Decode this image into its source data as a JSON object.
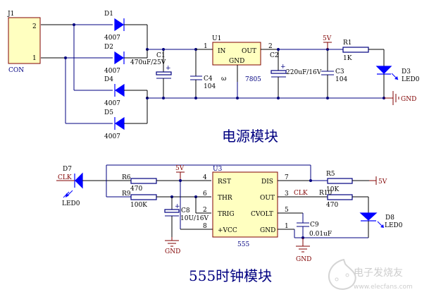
{
  "titles": {
    "power_module": "电源模块",
    "clock_module": "555时钟模块"
  },
  "watermark": {
    "brand": "电子发烧友",
    "url": "www.elecfans.com"
  },
  "colors": {
    "wire": "#000080",
    "diode": "#0000ff",
    "chip_fill": "#ffffc0",
    "chip_border": "#800000",
    "power_label": "#800000"
  },
  "power": {
    "connector": {
      "ref": "J1",
      "name": "CON",
      "pins": [
        "2",
        "1"
      ]
    },
    "diodes": [
      {
        "ref": "D1",
        "value": "4007"
      },
      {
        "ref": "D2",
        "value": "4007"
      },
      {
        "ref": "D4",
        "value": "4007"
      },
      {
        "ref": "D5",
        "value": "4007"
      }
    ],
    "c1": {
      "ref": "C1",
      "value": "470uF/25V",
      "polarity": "+"
    },
    "c4": {
      "ref": "C4",
      "value": "104"
    },
    "u1": {
      "ref": "U1",
      "part": "7805",
      "pins": {
        "in": "IN",
        "out": "OUT",
        "gnd": "GND"
      },
      "pin_in_num": "1",
      "pin_out_num": "2",
      "pin_gnd_num": "ω"
    },
    "c2": {
      "ref": "C2",
      "value": "220uF/16V",
      "polarity": "+"
    },
    "c3": {
      "ref": "C3",
      "value": "104"
    },
    "vcc": "5V",
    "r1": {
      "ref": "R1",
      "value": "1K"
    },
    "d3": {
      "ref": "D3",
      "value": "LED0"
    },
    "gnd": "GND"
  },
  "clock": {
    "d7": {
      "ref": "D7",
      "value": "LED0",
      "net": "CLK"
    },
    "r6": {
      "ref": "R6",
      "value": "470"
    },
    "r9": {
      "ref": "R9",
      "value": "100K"
    },
    "vcc": "5V",
    "c8": {
      "ref": "C8",
      "value": "10U/16V",
      "polarity": "+"
    },
    "gnd1": "GND",
    "u3": {
      "ref": "U3",
      "part": "555",
      "left_pins": [
        {
          "num": "4",
          "name": "RST"
        },
        {
          "num": "6",
          "name": "THR"
        },
        {
          "num": "2",
          "name": "TRIG"
        },
        {
          "num": "8",
          "name": "+VCC"
        }
      ],
      "right_pins": [
        {
          "num": "7",
          "name": "DIS"
        },
        {
          "num": "3",
          "name": "OUT"
        },
        {
          "num": "5",
          "name": "CVOLT"
        },
        {
          "num": "1",
          "name": "GND"
        }
      ]
    },
    "r5": {
      "ref": "R5",
      "value": "10K"
    },
    "vcc2": "5V",
    "out_net": "CLK",
    "r10": {
      "ref": "R10",
      "value": "470"
    },
    "c9": {
      "ref": "C9",
      "value": "0.01uF"
    },
    "d8": {
      "ref": "D8",
      "value": "LED0"
    },
    "gnd2": "GND"
  }
}
